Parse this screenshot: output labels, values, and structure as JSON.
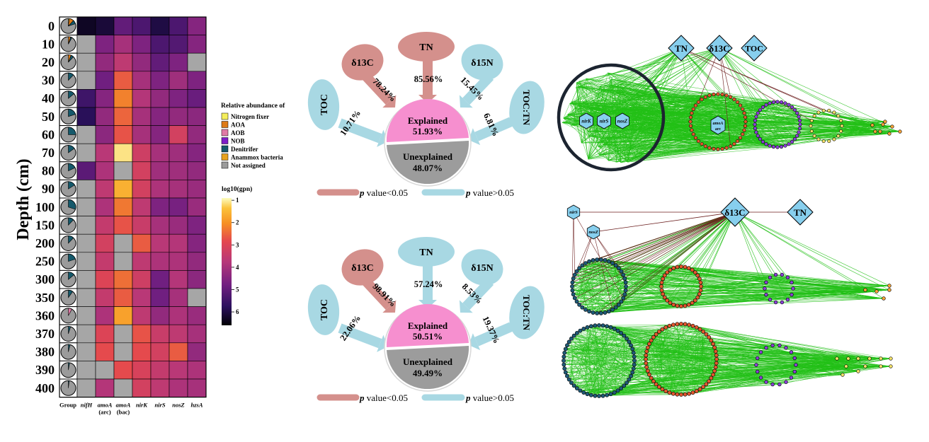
{
  "heatmap": {
    "y_axis_title": "Depth (cm)",
    "depths": [
      "0",
      "10",
      "20",
      "30",
      "40",
      "50",
      "60",
      "70",
      "80",
      "90",
      "100",
      "150",
      "200",
      "250",
      "300",
      "350",
      "360",
      "370",
      "380",
      "390",
      "400"
    ],
    "group_label": "Group",
    "columns": [
      {
        "name": "nifH",
        "sub": ""
      },
      {
        "name": "amoA",
        "sub": "(arc)"
      },
      {
        "name": "amoA",
        "sub": "(bac)"
      },
      {
        "name": "nirK",
        "sub": ""
      },
      {
        "name": "nirS",
        "sub": ""
      },
      {
        "name": "nosZ",
        "sub": ""
      },
      {
        "name": "hzsA",
        "sub": ""
      }
    ],
    "values": [
      [
        6.3,
        6.1,
        5.0,
        5.3,
        6.0,
        5.3,
        4.5
      ],
      [
        null,
        4.6,
        4.0,
        4.6,
        5.3,
        5.2,
        4.5
      ],
      [
        null,
        4.3,
        3.6,
        4.3,
        5.0,
        4.6,
        null
      ],
      [
        null,
        4.8,
        2.6,
        4.0,
        4.6,
        4.1,
        4.6
      ],
      [
        5.5,
        4.5,
        2.2,
        3.8,
        4.3,
        4.6,
        4.9
      ],
      [
        5.8,
        4.3,
        2.5,
        4.0,
        4.5,
        4.3,
        4.4
      ],
      [
        null,
        4.4,
        2.7,
        4.0,
        4.5,
        3.2,
        4.3
      ],
      [
        null,
        3.7,
        1.1,
        3.3,
        4.0,
        4.1,
        4.5
      ],
      [
        5.1,
        3.9,
        null,
        3.2,
        4.1,
        4.1,
        4.3
      ],
      [
        null,
        3.6,
        1.6,
        3.2,
        3.9,
        4.0,
        4.2
      ],
      [
        null,
        3.9,
        2.3,
        3.6,
        4.6,
        4.7,
        4.2
      ],
      [
        null,
        3.5,
        2.7,
        3.4,
        4.0,
        4.2,
        4.6
      ],
      [
        null,
        3.2,
        null,
        2.6,
        3.7,
        3.8,
        4.5
      ],
      [
        null,
        3.5,
        null,
        3.6,
        3.9,
        3.9,
        4.3
      ],
      [
        null,
        3.0,
        2.4,
        3.3,
        4.8,
        3.8,
        4.4
      ],
      [
        null,
        3.5,
        2.6,
        3.7,
        4.8,
        4.0,
        null
      ],
      [
        null,
        3.9,
        1.8,
        3.6,
        4.3,
        3.9,
        4.2
      ],
      [
        null,
        3.0,
        null,
        2.7,
        3.4,
        3.6,
        4.0
      ],
      [
        null,
        2.8,
        null,
        2.8,
        3.2,
        2.6,
        4.3
      ],
      [
        null,
        null,
        2.8,
        3.1,
        3.5,
        3.7,
        3.9
      ],
      [
        null,
        3.8,
        null,
        3.2,
        3.6,
        3.9,
        4.0
      ]
    ],
    "group_pies": [
      {
        "depth": "0",
        "Nitrogen fixer": 0.02,
        "AOA": 0.1,
        "Denitrifer": 0.08
      },
      {
        "depth": "10",
        "AOA": 0.05,
        "Denitrifer": 0.03
      },
      {
        "depth": "20",
        "AOA": 0.06,
        "Denitrifer": 0.06
      },
      {
        "depth": "30",
        "Denitrifer": 0.12
      },
      {
        "depth": "40",
        "Denitrifer": 0.14
      },
      {
        "depth": "50",
        "Denitrifer": 0.2
      },
      {
        "depth": "60",
        "Denitrifer": 0.25
      },
      {
        "depth": "70",
        "Denitrifer": 0.15
      },
      {
        "depth": "80",
        "Denitrifer": 0.18
      },
      {
        "depth": "90",
        "Denitrifer": 0.16
      },
      {
        "depth": "100",
        "Denitrifer": 0.3
      },
      {
        "depth": "150",
        "Denitrifer": 0.12
      },
      {
        "depth": "200",
        "Denitrifer": 0.12
      },
      {
        "depth": "250",
        "Denitrifer": 0.2
      },
      {
        "depth": "300",
        "Denitrifer": 0.14
      },
      {
        "depth": "350",
        "Denitrifer": 0.1
      },
      {
        "depth": "360",
        "AOB": 0.08
      },
      {
        "depth": "370",
        "Denitrifer": 0.05
      },
      {
        "depth": "380",
        "Denitrifer": 0.04
      },
      {
        "depth": "390",
        "Denitrifer": 0.03
      },
      {
        "depth": "400",
        "Denitrifer": 0.02
      }
    ],
    "group_legend": {
      "title": "Relative abundance of",
      "items": [
        {
          "label": "Nitrogen fixer",
          "color": "#f4ee5b"
        },
        {
          "label": "AOA",
          "color": "#dd7a17"
        },
        {
          "label": "AOB",
          "color": "#e07aa6"
        },
        {
          "label": "NOB",
          "color": "#7e1dc8"
        },
        {
          "label": "Denitrifer",
          "color": "#15596b"
        },
        {
          "label": "Anammox bacteria",
          "color": "#e7a21e"
        },
        {
          "label": "Not assigned",
          "color": "#9b9b9b"
        }
      ]
    },
    "colorbar": {
      "title": "log10(gpn)",
      "ticks": [
        "1",
        "2",
        "3",
        "4",
        "5",
        "6"
      ]
    },
    "na_color": "#a6a6a6"
  },
  "variance_diagrams": [
    {
      "drivers": [
        {
          "name": "TOC",
          "pct": "10.71%",
          "significant": false
        },
        {
          "name": "δ13C",
          "pct": "78.24%",
          "significant": true
        },
        {
          "name": "TN",
          "pct": "85.56%",
          "significant": true
        },
        {
          "name": "δ15N",
          "pct": "15.45%",
          "significant": false
        },
        {
          "name": "TOC:TN",
          "pct": "6.81%",
          "significant": false
        }
      ],
      "explained_label": "Explained",
      "explained_pct": "51.93%",
      "unexplained_label": "Unexplained",
      "unexplained_pct": "48.07%",
      "legend_sig": "value<0.05",
      "legend_nonsig": "value>0.05",
      "p": "p"
    },
    {
      "drivers": [
        {
          "name": "TOC",
          "pct": "22.06%",
          "significant": false
        },
        {
          "name": "δ13C",
          "pct": "98.91%",
          "significant": true
        },
        {
          "name": "TN",
          "pct": "57.24%",
          "significant": false
        },
        {
          "name": "δ15N",
          "pct": "8.53%",
          "significant": false
        },
        {
          "name": "TOC:TN",
          "pct": "19.37%",
          "significant": false
        }
      ],
      "explained_label": "Explained",
      "explained_pct": "50.51%",
      "unexplained_label": "Unexplained",
      "unexplained_pct": "49.49%",
      "legend_sig": "value<0.05",
      "legend_nonsig": "value>0.05",
      "p": "p"
    }
  ],
  "networks": {
    "top": {
      "env": [
        "TN",
        "δ13C",
        "TOC"
      ],
      "genes": [
        "nirK",
        "nirS",
        "nosZ"
      ],
      "gene2_line1": "amoA",
      "gene2_line2": "arc"
    },
    "bottom": {
      "env": [
        "δ13C",
        "TN"
      ],
      "genes": [
        "nirS",
        "nosZ"
      ]
    }
  },
  "colors": {
    "sig": "#d4908c",
    "nonsig": "#a8d8e3",
    "explained": "#f68fcf",
    "unexplained": "#9c9c9c",
    "edge_pos": "#22c016",
    "edge_neg": "#6b1e1e",
    "node_env": "#87cfee"
  }
}
